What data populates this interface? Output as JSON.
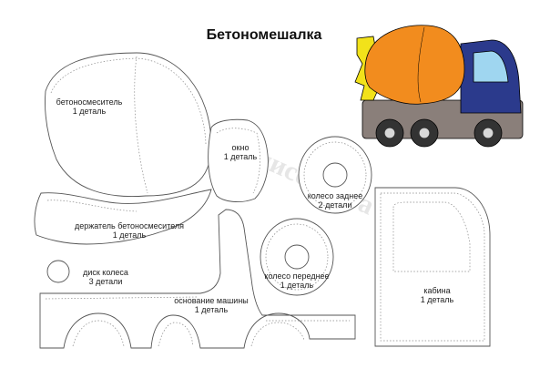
{
  "title": "Бетономешалка",
  "parts": {
    "drum": {
      "name": "бетоносмеситель",
      "qty": "1 деталь"
    },
    "window": {
      "name": "окно",
      "qty": "1 деталь"
    },
    "rear_wheel": {
      "name": "колесо заднее",
      "qty": "2 детали"
    },
    "drum_holder": {
      "name": "держатель бетоносмесителя",
      "qty": "1 деталь"
    },
    "wheel_disc": {
      "name": "диск колеса",
      "qty": "3 детали"
    },
    "front_wheel": {
      "name": "колесо переднее",
      "qty": "1 деталь"
    },
    "cabin": {
      "name": "кабина",
      "qty": "1 деталь"
    },
    "base": {
      "name": "основание машины",
      "qty": "1 деталь"
    }
  },
  "watermark": "Любовь Комиссарова",
  "colors": {
    "drum": "#f28c1e",
    "holder": "#f2e21a",
    "cab": "#2b3a8c",
    "window": "#9fd6f0",
    "chassis": "#8a7f7a",
    "wheel": "#333333",
    "hub": "#d8d8d8"
  }
}
